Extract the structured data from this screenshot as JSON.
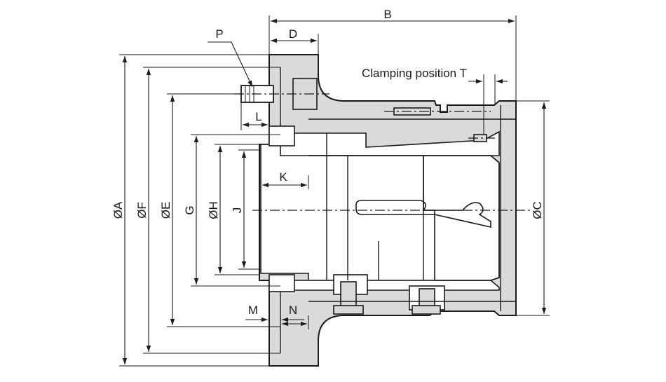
{
  "drawing": {
    "labels": {
      "A": "ØA",
      "F": "ØF",
      "E": "ØE",
      "G": "G",
      "H": "ØH",
      "J": "J",
      "C": "ØC",
      "B": "B",
      "D": "D",
      "P": "P",
      "L": "L",
      "K": "K",
      "M": "M",
      "N": "N",
      "T": "Clamping position T"
    },
    "colors": {
      "body_fill": "#d9dadc",
      "line": "#1a1a1a"
    }
  }
}
